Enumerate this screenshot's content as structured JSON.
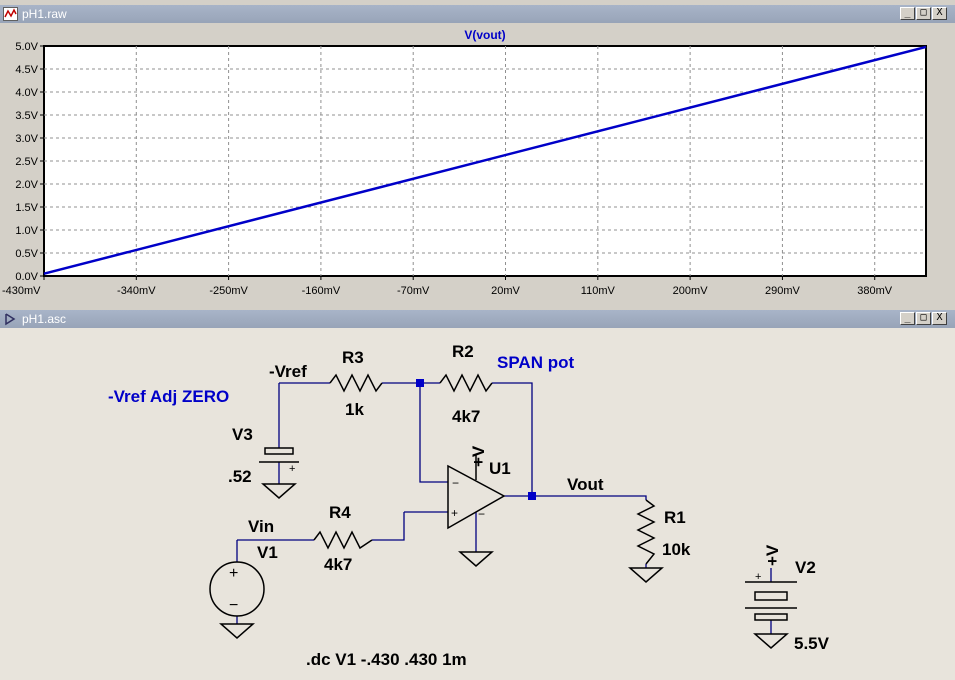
{
  "windows": {
    "plot": {
      "title": "pH1.raw"
    },
    "schematic": {
      "title": "pH1.asc"
    }
  },
  "window_buttons": {
    "minimize": "_",
    "restore": "□",
    "close": "X"
  },
  "chart_data": {
    "type": "line",
    "title": "V(vout)",
    "x_ticks": [
      "-430mV",
      "-340mV",
      "-250mV",
      "-160mV",
      "-70mV",
      "20mV",
      "110mV",
      "200mV",
      "290mV",
      "380mV"
    ],
    "y_ticks": [
      "0.0V",
      "0.5V",
      "1.0V",
      "1.5V",
      "2.0V",
      "2.5V",
      "3.0V",
      "3.5V",
      "4.0V",
      "4.5V",
      "5.0V"
    ],
    "xlim": [
      -430,
      430
    ],
    "ylim": [
      0,
      5
    ],
    "grid": true,
    "series": [
      {
        "name": "V(vout)",
        "color": "#0000c8",
        "x": [
          -430,
          430
        ],
        "y": [
          0.05,
          4.98
        ]
      }
    ]
  },
  "schematic": {
    "labels": {
      "neg_vref": "-Vref",
      "r3_name": "R3",
      "r3_value": "1k",
      "r2_name": "R2",
      "r2_value": "4k7",
      "span_pot": "SPAN pot",
      "vref_adj": "-Vref Adj ZERO",
      "v3_name": "V3",
      "v3_value": ".52",
      "u1_name": "U1",
      "u1_supply": "+V",
      "vout": "Vout",
      "r1_name": "R1",
      "r1_value": "10k",
      "vin": "Vin",
      "v1_name": "V1",
      "r4_name": "R4",
      "r4_value": "4k7",
      "v2_supply": "+V",
      "v2_name": "V2",
      "v2_value": "5.5V",
      "directive": ".dc V1 -.430 .430 1m",
      "plus": "+",
      "minus": "−"
    },
    "colors": {
      "wire": "#000080",
      "net_label": "#0000c8",
      "background": "#e8e4dc"
    }
  }
}
